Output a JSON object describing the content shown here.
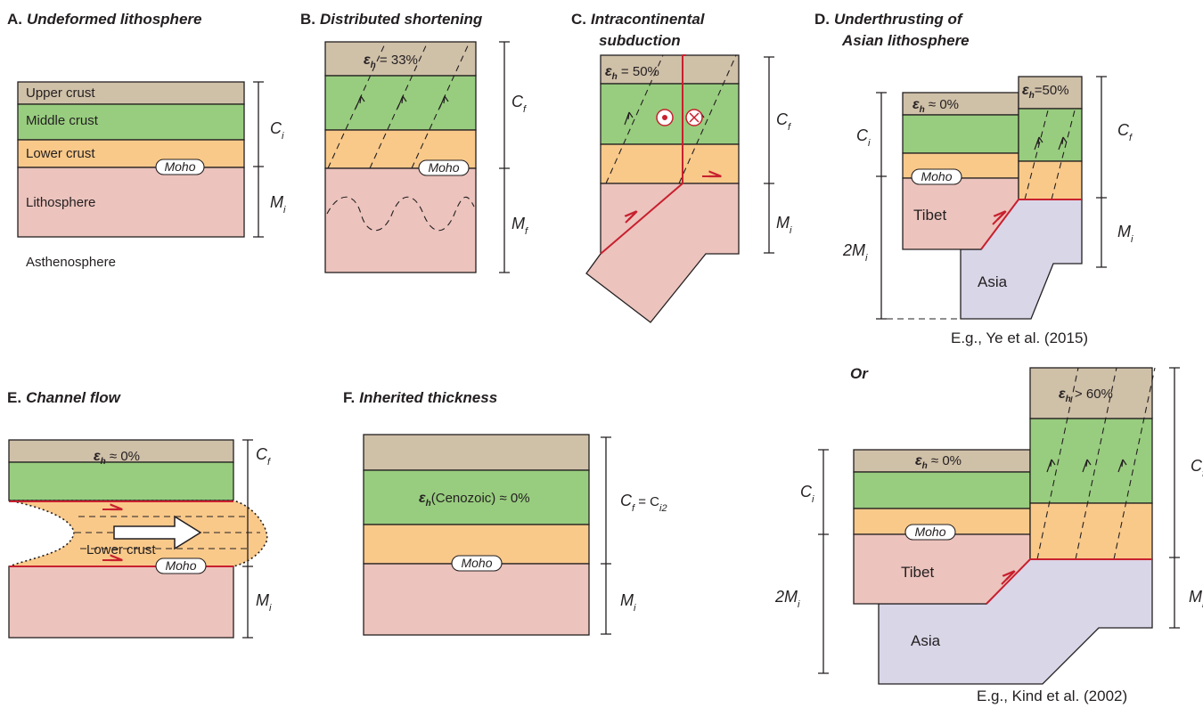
{
  "colors": {
    "upper_crust": "#cfc0a8",
    "middle_crust": "#98cd7f",
    "lower_crust": "#f9c98a",
    "lithosphere": "#ecc3bd",
    "asia": "#d9d6e8",
    "fault_red": "#c8202f"
  },
  "panels": {
    "A": {
      "letter": "A.",
      "title": "Undeformed lithosphere",
      "layers": {
        "upper": "Upper crust",
        "middle": "Middle crust",
        "lower": "Lower crust",
        "litho": "Lithosphere"
      },
      "moho": "Moho",
      "below": "Asthenosphere",
      "scale_top": "C",
      "scale_top_sub": "i",
      "scale_bottom": "M",
      "scale_bottom_sub": "i"
    },
    "B": {
      "letter": "B.",
      "title": "Distributed shortening",
      "strain_sym": "ε",
      "strain_sub": "h",
      "strain_value": " = 33%",
      "moho": "Moho",
      "scale_top": "C",
      "scale_top_sub": "f",
      "scale_bottom": "M",
      "scale_bottom_sub": "f"
    },
    "C": {
      "letter": "C.",
      "title_line1": "Intracontinental",
      "title_line2": "subduction",
      "strain_sym": "ε",
      "strain_sub": "h",
      "strain_value": " = 50%",
      "scale_top": "C",
      "scale_top_sub": "f",
      "scale_bottom": "M",
      "scale_bottom_sub": "i"
    },
    "D": {
      "letter": "D.",
      "title_line1": "Underthrusting of",
      "title_line2": "Asian lithosphere",
      "left_strain_sym": "ε",
      "left_strain_sub": "h",
      "left_strain_value": " ≈ 0%",
      "right_strain_sym": "ε",
      "right_strain_sub": "h",
      "right_strain_value": "=50%",
      "moho": "Moho",
      "tibet": "Tibet",
      "asia": "Asia",
      "scale_left_top": "C",
      "scale_left_top_sub": "i",
      "scale_left_bottom": "2M",
      "scale_left_bottom_sub": "i",
      "scale_right_top": "C",
      "scale_right_top_sub": "f",
      "scale_right_bottom": "M",
      "scale_right_bottom_sub": "i",
      "reference": "E.g., Ye et al. (2015)"
    },
    "E": {
      "letter": "E.",
      "title": "Channel flow",
      "strain_sym": "ε",
      "strain_sub": "h",
      "strain_value": " ≈ 0%",
      "lower_crust": "Lower crust",
      "moho": "Moho",
      "scale_top": "C",
      "scale_top_sub": "f",
      "scale_bottom": "M",
      "scale_bottom_sub": "i"
    },
    "F": {
      "letter": "F.",
      "title": "Inherited thickness",
      "strain_sym": "ε",
      "strain_sub": "h",
      "strain_value": "(Cenozoic) ≈ 0%",
      "moho": "Moho",
      "scale_top": "C",
      "scale_top_sub": "f",
      "scale_top_eq": " = C",
      "scale_top_eq_sub": "i2",
      "scale_bottom": "M",
      "scale_bottom_sub": "i"
    },
    "G": {
      "or_label": "Or",
      "left_strain_sym": "ε",
      "left_strain_sub": "h",
      "left_strain_value": " ≈ 0%",
      "right_strain_sym": "ε",
      "right_strain_sub": "h",
      "right_strain_value": " > 60%",
      "moho": "Moho",
      "tibet": "Tibet",
      "asia": "Asia",
      "scale_left_top": "C",
      "scale_left_top_sub": "i",
      "scale_left_bottom": "2M",
      "scale_left_bottom_sub": "i",
      "scale_right_top": "C",
      "scale_right_top_sub": "f",
      "scale_right_bottom": "M",
      "scale_right_bottom_sub": "i",
      "reference": "E.g., Kind et al. (2002)"
    }
  }
}
